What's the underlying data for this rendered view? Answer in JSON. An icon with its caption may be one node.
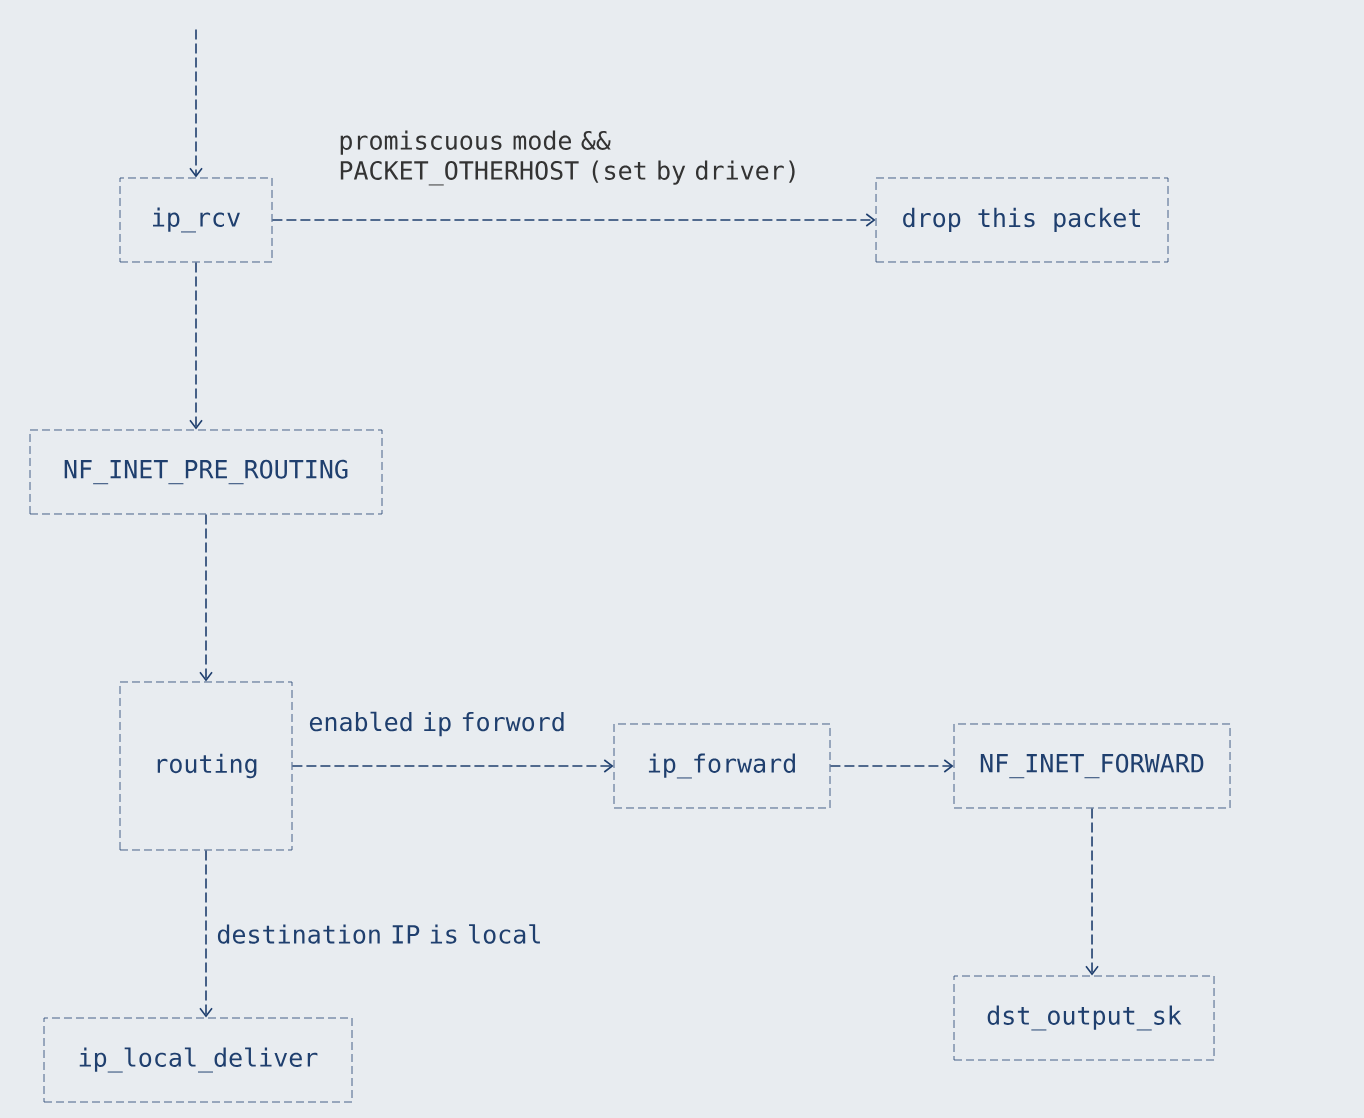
{
  "diagram": {
    "nodes": [
      {
        "text": [
          "ip_rcv"
        ]
      },
      {
        "text": [
          "drop this packet"
        ]
      },
      {
        "text": [
          "NF_INET_PRE_ROUTING"
        ]
      },
      {
        "text": [
          "routing"
        ]
      },
      {
        "text": [
          "ip_forward"
        ]
      },
      {
        "text": [
          "NF_INET_FORWARD"
        ]
      },
      {
        "text": [
          "ip_local_deliver"
        ]
      },
      {
        "text": [
          "dst_output_sk"
        ]
      }
    ],
    "edges": [
      {
        "from": null,
        "to": 0,
        "arrow": "to"
      },
      {
        "from": 0,
        "to": 1,
        "arrow": "to",
        "label": "promiscuous mode && PACKET_OTHERHOST (set by driver)"
      },
      {
        "from": 0,
        "to": 2,
        "arrow": "to"
      },
      {
        "from": 2,
        "to": 3,
        "arrow": "to"
      },
      {
        "from": 3,
        "to": 4,
        "arrow": "to",
        "label": "enabled ip forword"
      },
      {
        "from": 4,
        "to": 5,
        "arrow": "to"
      },
      {
        "from": 3,
        "to": 6,
        "arrow": "to",
        "label": "destination IP is local"
      },
      {
        "from": 5,
        "to": 7,
        "arrow": "to"
      }
    ]
  }
}
